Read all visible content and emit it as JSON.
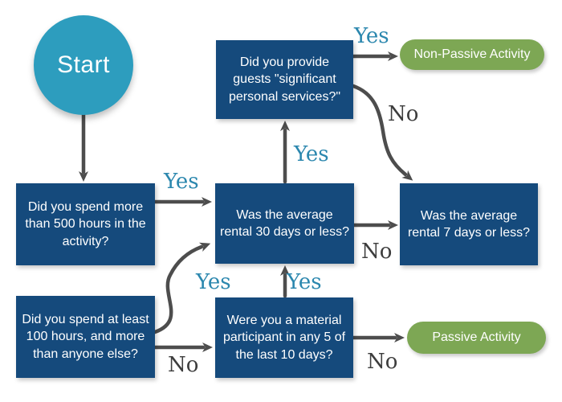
{
  "colors": {
    "box": "#154a7c",
    "circle": "#2d9dbe",
    "pill": "#7da754",
    "arrow": "#4d4d4d",
    "yes_label": "#2b87ae",
    "no_label": "#3d3d3d"
  },
  "diagram": {
    "start": {
      "label": "Start"
    },
    "nodes": {
      "hours500": {
        "text": "Did you spend more than 500 hours in the activity?"
      },
      "hours100": {
        "text": "Did you spend at least 100 hours, and more than anyone else?"
      },
      "rental30": {
        "text": "Was the average rental 30 days or less?"
      },
      "services": {
        "text": "Did you provide guests \"significant personal services?\""
      },
      "rental7": {
        "text": "Was the average rental 7 days or less?"
      },
      "material": {
        "text": "Were you a material participant in any 5 of the last 10 days?"
      }
    },
    "outcomes": {
      "non_passive": {
        "text": "Non-Passive Activity"
      },
      "passive": {
        "text": "Passive Activity"
      }
    },
    "labels": {
      "yes_hours500_rental30": "Yes",
      "yes_rental30_services": "Yes",
      "yes_services_nonpassive": "Yes",
      "yes_hours100_rental30": "Yes",
      "yes_material_rental30": "Yes",
      "no_services_rental7": "No",
      "no_rental30_rental7": "No",
      "no_hours100_material": "No",
      "no_material_passive": "No"
    }
  }
}
